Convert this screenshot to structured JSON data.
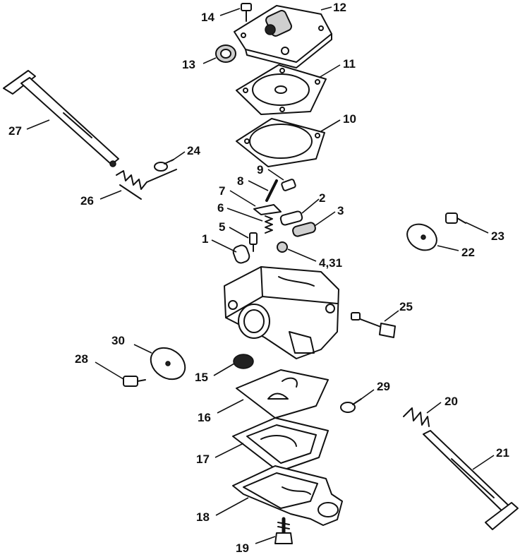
{
  "callouts": [
    {
      "id": "p14",
      "label": "14"
    },
    {
      "id": "p12",
      "label": "12"
    },
    {
      "id": "p13",
      "label": "13"
    },
    {
      "id": "p11",
      "label": "11"
    },
    {
      "id": "p10",
      "label": "10"
    },
    {
      "id": "p27",
      "label": "27"
    },
    {
      "id": "p24",
      "label": "24"
    },
    {
      "id": "p26",
      "label": "26"
    },
    {
      "id": "p9",
      "label": "9"
    },
    {
      "id": "p8",
      "label": "8"
    },
    {
      "id": "p7",
      "label": "7"
    },
    {
      "id": "p6",
      "label": "6"
    },
    {
      "id": "p2",
      "label": "2"
    },
    {
      "id": "p3",
      "label": "3"
    },
    {
      "id": "p5",
      "label": "5"
    },
    {
      "id": "p1",
      "label": "1"
    },
    {
      "id": "p431",
      "label": "4,31"
    },
    {
      "id": "p23",
      "label": "23"
    },
    {
      "id": "p22",
      "label": "22"
    },
    {
      "id": "p25",
      "label": "25"
    },
    {
      "id": "p30",
      "label": "30"
    },
    {
      "id": "p28",
      "label": "28"
    },
    {
      "id": "p15",
      "label": "15"
    },
    {
      "id": "p16",
      "label": "16"
    },
    {
      "id": "p29",
      "label": "29"
    },
    {
      "id": "p20",
      "label": "20"
    },
    {
      "id": "p17",
      "label": "17"
    },
    {
      "id": "p21",
      "label": "21"
    },
    {
      "id": "p18",
      "label": "18"
    },
    {
      "id": "p19",
      "label": "19"
    }
  ]
}
